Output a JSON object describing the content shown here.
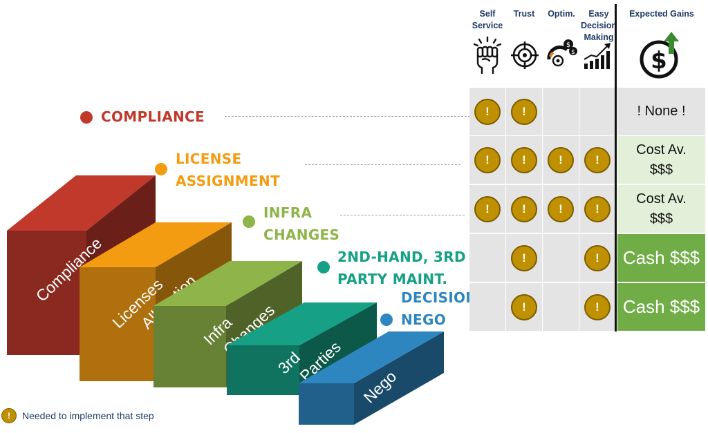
{
  "colors": {
    "compliance": "#c0392b",
    "licenses": "#f39c12",
    "infra": "#8fb44a",
    "third_parties": "#16a085",
    "nego": "#2e86c1",
    "badge": "#bf9000",
    "gain_light": "#e2f0d9",
    "gain_strong": "#70ad47",
    "heading": "#1f3b64"
  },
  "steps": [
    {
      "label_lines": [
        "Compliance"
      ]
    },
    {
      "label_lines": [
        "Licenses",
        "Allocation"
      ]
    },
    {
      "label_lines": [
        "Infra",
        "Changes"
      ]
    },
    {
      "label_lines": [
        "3rd",
        "Parties"
      ]
    },
    {
      "label_lines": [
        "Nego"
      ]
    }
  ],
  "phases": [
    {
      "line1": "COMPLIANCE",
      "line2": ""
    },
    {
      "line1": "LICENSE",
      "line2": "ASSIGNMENT"
    },
    {
      "line1": "INFRA",
      "line2": "CHANGES"
    },
    {
      "line1": "2ND-HAND, 3RD",
      "line2": "PARTY MAINT."
    },
    {
      "line1": "DECISIONS /",
      "line2": "NEGO"
    }
  ],
  "columns": [
    {
      "line1": "Self",
      "line2": "Service",
      "line3": "",
      "icon": "raised-fist-icon"
    },
    {
      "line1": "Trust",
      "line2": "",
      "line3": "",
      "icon": "target-icon"
    },
    {
      "line1": "Optim.",
      "line2": "",
      "line3": "",
      "icon": "gauge-coins-icon"
    },
    {
      "line1": "Easy",
      "line2": "Decision",
      "line3": "Making",
      "icon": "rising-chart-icon"
    }
  ],
  "gains_header": "Expected Gains",
  "gains_icon": "dollar-growth-icon",
  "badge_symbol": "!",
  "matrix": [
    {
      "marks": [
        true,
        true,
        false,
        false
      ],
      "gain_line1": "! None !",
      "gain_line2": "",
      "gain_style": "none"
    },
    {
      "marks": [
        true,
        true,
        true,
        true
      ],
      "gain_line1": "Cost Av.",
      "gain_line2": "$$$",
      "gain_style": "light"
    },
    {
      "marks": [
        true,
        true,
        true,
        true
      ],
      "gain_line1": "Cost Av.",
      "gain_line2": "$$$",
      "gain_style": "light"
    },
    {
      "marks": [
        false,
        true,
        false,
        true
      ],
      "gain_line1": "Cash $$$",
      "gain_line2": "",
      "gain_style": "strong"
    },
    {
      "marks": [
        false,
        true,
        false,
        true
      ],
      "gain_line1": "Cash $$$",
      "gain_line2": "",
      "gain_style": "strong"
    }
  ],
  "legend": {
    "symbol": "!",
    "text": "Needed to implement  that step"
  }
}
